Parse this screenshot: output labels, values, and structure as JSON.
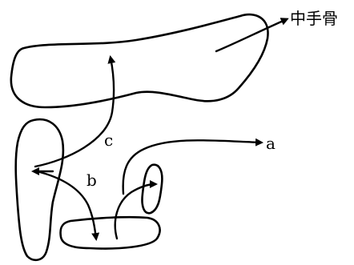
{
  "labels": {
    "metacarpal": "中手骨",
    "a": "a",
    "b": "b",
    "c": "c"
  }
}
